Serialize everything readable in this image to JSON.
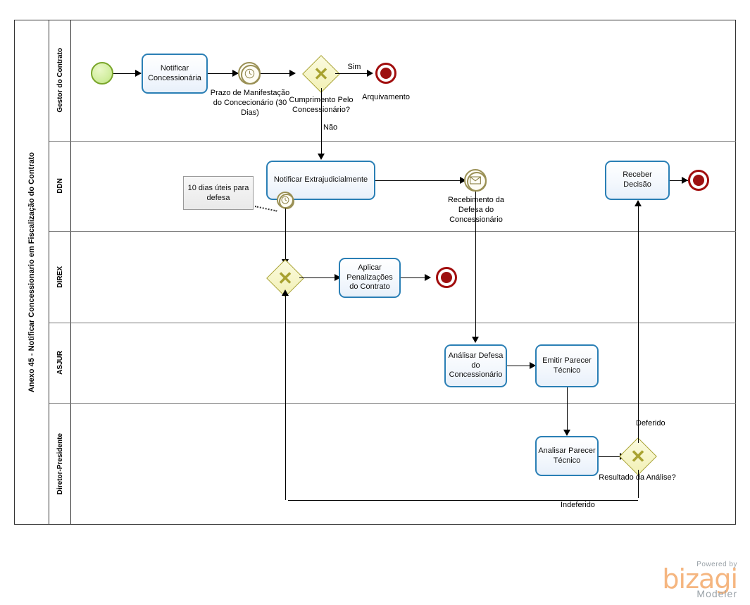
{
  "pool": {
    "title": "Anexo 45 - Notificar Concessionario em Fiscalização do Contrato",
    "lanes": [
      {
        "id": "gestor",
        "label": "Gestor do Contrato"
      },
      {
        "id": "ddn",
        "label": "DDN"
      },
      {
        "id": "direx",
        "label": "DIREX"
      },
      {
        "id": "asjur",
        "label": "ASJUR"
      },
      {
        "id": "diretor",
        "label": "Diretor-Presidente"
      }
    ]
  },
  "nodes": {
    "start": {
      "type": "start-event",
      "label": ""
    },
    "notificar_concessionaria": {
      "type": "task",
      "label": "Notificar Concessionária"
    },
    "prazo_manifestacao": {
      "type": "intermediate-timer-event",
      "label": "Prazo de Manifestação do Concecionário (30 Dias)"
    },
    "cumprimento_gateway": {
      "type": "exclusive-gateway",
      "label": "Cumprimento Pelo Concessionário?"
    },
    "arquivamento": {
      "type": "end-event",
      "label": "Arquivamento"
    },
    "notificar_extrajudicialmente": {
      "type": "task",
      "label": "Notificar Extrajudicialmente"
    },
    "boundary_timer": {
      "type": "boundary-timer-event",
      "label": ""
    },
    "anotacao_prazo": {
      "type": "annotation",
      "label": "10 dias úteis para defesa"
    },
    "recebimento_defesa": {
      "type": "intermediate-message-event",
      "label": "Recebimento da Defesa do Concessionário"
    },
    "receber_decisao": {
      "type": "task",
      "label": "Receber Decisão"
    },
    "end_ddn": {
      "type": "end-event",
      "label": ""
    },
    "direx_gateway": {
      "type": "exclusive-gateway",
      "label": ""
    },
    "aplicar_penalizacoes": {
      "type": "task",
      "label": "Aplicar Penalizações do Contrato"
    },
    "end_direx": {
      "type": "end-event",
      "label": ""
    },
    "analisar_defesa": {
      "type": "task",
      "label": "Análisar Defesa do Concessionário"
    },
    "emitir_parecer": {
      "type": "task",
      "label": "Emitir Parecer Técnico"
    },
    "analisar_parecer": {
      "type": "task",
      "label": "Analisar Parecer Técnico"
    },
    "resultado_gateway": {
      "type": "exclusive-gateway",
      "label": "Resultado da Análise?"
    }
  },
  "flow_labels": {
    "sim": "Sim",
    "nao": "Não",
    "deferido": "Deferido",
    "indeferido": "Indeferido"
  },
  "footer": {
    "powered_by": "Powered by",
    "brand": "bizagi",
    "product": "Modeler"
  },
  "colors": {
    "task_border": "#2a7fb5",
    "start_border": "#7aa62b",
    "end_border": "#a10d0d",
    "gateway_border": "#a8a230",
    "event_border": "#9a9055",
    "brand": "#f5b680"
  }
}
